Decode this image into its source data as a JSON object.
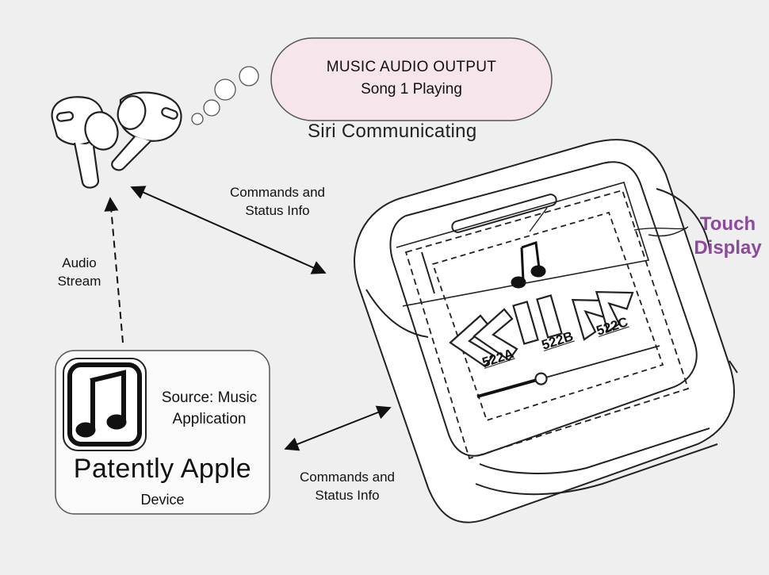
{
  "bubble": {
    "title": "MUSIC AUDIO OUTPUT",
    "subtitle": "Song 1 Playing"
  },
  "siri_label": "Siri Communicating",
  "commands_label_top": [
    "Commands and",
    "Status Info"
  ],
  "commands_label_bottom": [
    "Commands and",
    "Status Info"
  ],
  "audio_label": [
    "Audio",
    "Stream"
  ],
  "device": {
    "source_label": [
      "Source: Music",
      "Application"
    ],
    "brand": "Patently Apple",
    "label": "Device",
    "app_icon": "music-note-icon"
  },
  "case": {
    "touch_label": [
      "Touch",
      "Display"
    ],
    "controls": [
      {
        "id": "522A",
        "icon": "rewind-icon"
      },
      {
        "id": "522B",
        "icon": "pause-icon"
      },
      {
        "id": "522C",
        "icon": "fast-forward-icon"
      }
    ],
    "note_icon": "music-note-icon",
    "progress": 0.35
  },
  "colors": {
    "touch_label": "#8b4a9c",
    "bubble_fill": "#f6e6ec"
  }
}
